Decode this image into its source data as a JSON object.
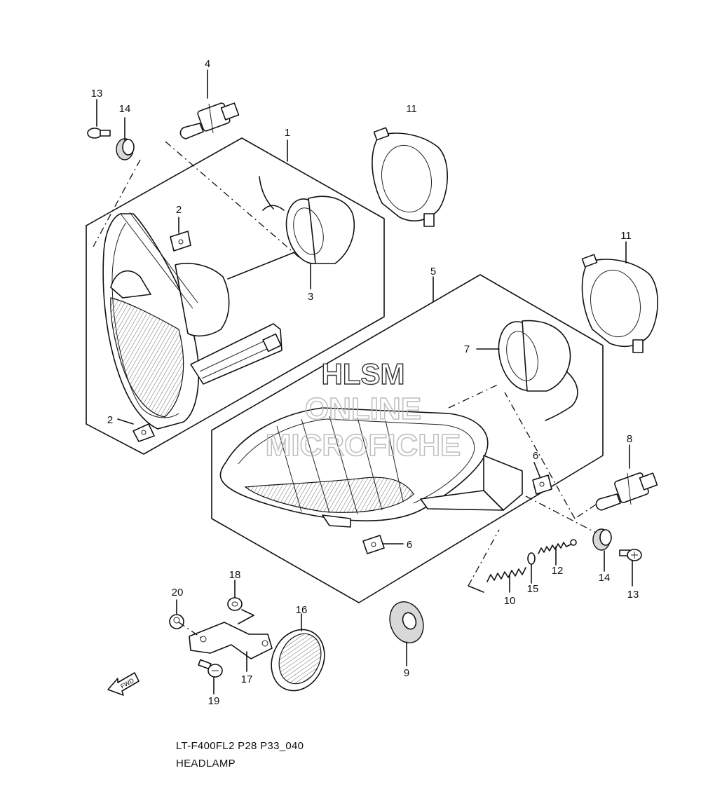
{
  "watermark": {
    "line1": "HLSM",
    "line2": "ONLINE",
    "line3": "MICROFICHE"
  },
  "footer": {
    "code": "LT-F400FL2 P28 P33_040",
    "title": "HEADLAMP"
  },
  "fwd_label": "FWD",
  "callouts": {
    "c1": "1",
    "c2a": "2",
    "c2b": "2",
    "c3": "3",
    "c4": "4",
    "c5": "5",
    "c6a": "6",
    "c6b": "6",
    "c7": "7",
    "c8": "8",
    "c9": "9",
    "c10": "10",
    "c11a": "11",
    "c11b": "11",
    "c12": "12",
    "c13a": "13",
    "c13b": "13",
    "c14a": "14",
    "c14b": "14",
    "c15": "15",
    "c16": "16",
    "c17": "17",
    "c18": "18",
    "c19": "19",
    "c20": "20"
  }
}
